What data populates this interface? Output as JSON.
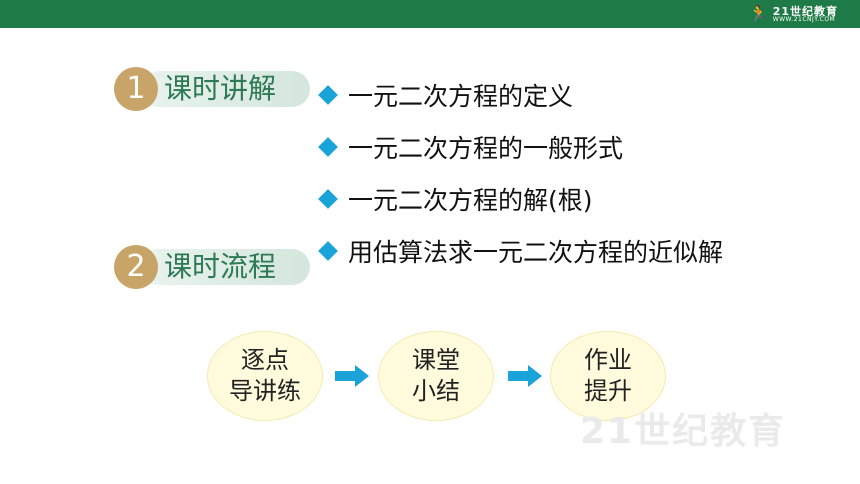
{
  "header": {
    "brand_name": "21世纪教育",
    "brand_url": "WWW.21CNJY.COM"
  },
  "sections": [
    {
      "number": "1",
      "label": "课时讲解"
    },
    {
      "number": "2",
      "label": "课时流程"
    }
  ],
  "topics": [
    "一元二次方程的定义",
    "一元二次方程的一般形式",
    "一元二次方程的解(根)",
    "用估算法求一元二次方程的近似解"
  ],
  "flow": [
    "逐点\n导讲练",
    "课堂\n小结",
    "作业\n提升"
  ],
  "colors": {
    "topbar": "#1e7a46",
    "section_badge": "#c9a469",
    "section_label": "#2d7a54",
    "bullet": "#1aa3d9",
    "bubble": "#fffbdc",
    "arrow": "#1aa3d9"
  },
  "icons": {
    "bullet": "diamond-bullet-icon",
    "flow_arrow": "right-arrow-icon",
    "brand": "runner-logo-icon"
  }
}
